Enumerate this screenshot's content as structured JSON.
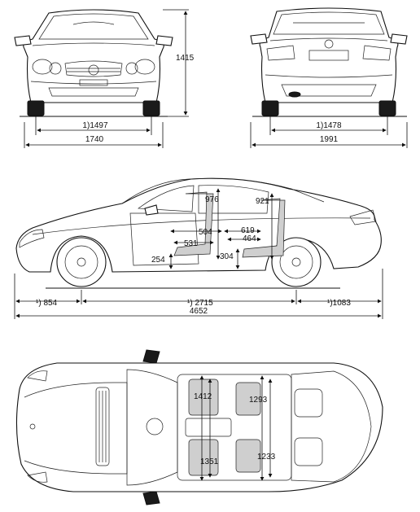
{
  "front_view": {
    "height": "1415",
    "track": "1)1497",
    "width": "1740"
  },
  "rear_view": {
    "track": "1)1478",
    "width": "1991"
  },
  "side_view": {
    "front_headroom": "976",
    "rear_headroom": "921",
    "front_legroom": "504",
    "front_seat_depth": "531",
    "front_seat_height": "254",
    "rear_legroom": "619",
    "rear_seat_depth": "464",
    "rear_seat_height": "304",
    "front_overhang": "¹) 854",
    "wheelbase": "¹) 2715",
    "rear_overhang": "¹)1083",
    "overall_length": "4652"
  },
  "top_view": {
    "front_shoulder_width": "1412",
    "front_elbow_width": "1351",
    "rear_shoulder_width": "1293",
    "rear_elbow_width": "1233"
  }
}
